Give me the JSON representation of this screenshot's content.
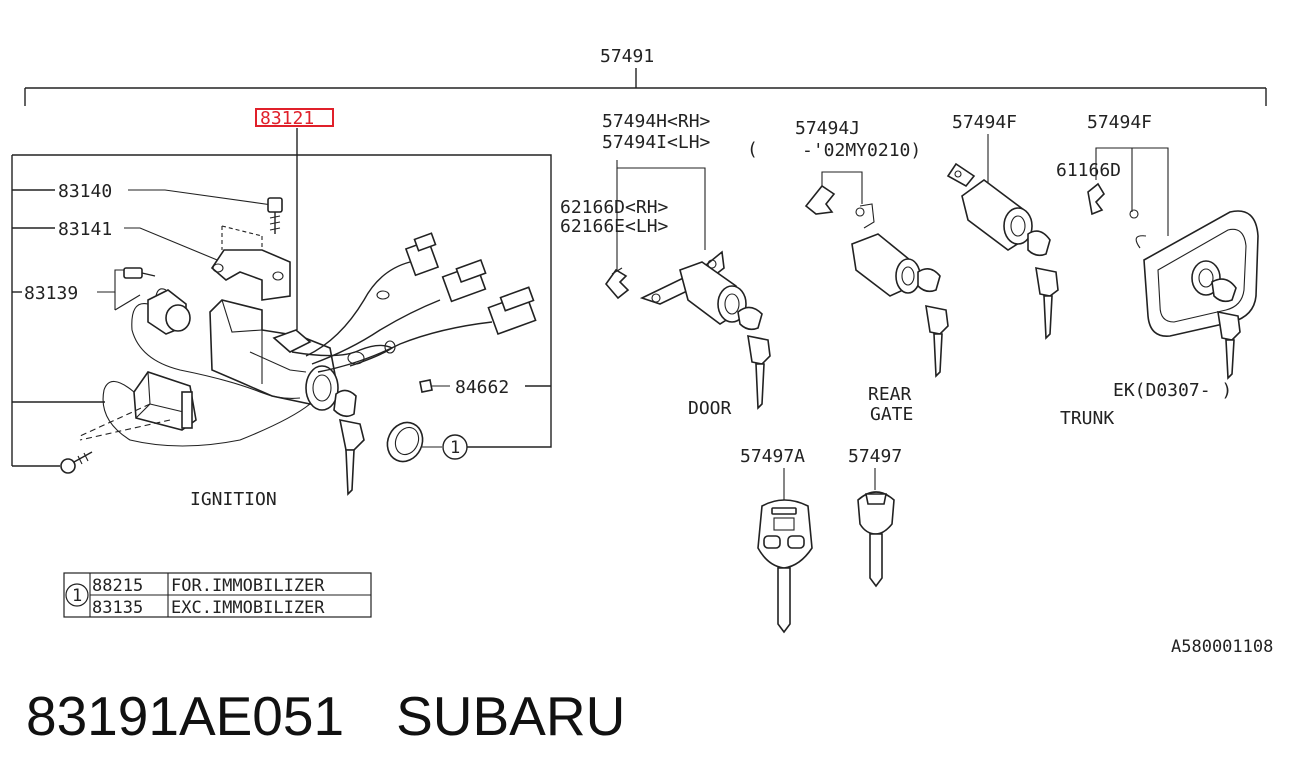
{
  "labels": {
    "assembly": "57491",
    "highlight": "83121",
    "p83140": "83140",
    "p83141": "83141",
    "p83139": "83139",
    "p84662": "84662",
    "ignition": "IGNITION",
    "door_line1": "57494H<RH>",
    "door_line2": "57494I<LH>",
    "door_paren": "(",
    "clip_line1": "62166D<RH>",
    "clip_line2": "62166E<LH>",
    "door": "DOOR",
    "rear_line1": "57494J",
    "rear_line2": "-'02MY0210)",
    "rear_gate_1": "REAR",
    "rear_gate_2": "GATE",
    "f1": "57494F",
    "f2": "57494F",
    "clip_trunk": "61166D",
    "ek": "EK(D0307-   )",
    "trunk": "TRUNK",
    "key_a": "57497A",
    "key_b": "57497",
    "ref_code": "A580001108",
    "circle_one": "1"
  },
  "table": {
    "marker": "1",
    "rows": [
      {
        "part": "88215",
        "desc": "FOR.IMMOBILIZER"
      },
      {
        "part": "83135",
        "desc": "EXC.IMMOBILIZER"
      }
    ]
  },
  "footer": {
    "part_number": "83191AE051",
    "brand": "SUBARU"
  },
  "colors": {
    "highlight": "#e0202a",
    "line": "#222222"
  }
}
